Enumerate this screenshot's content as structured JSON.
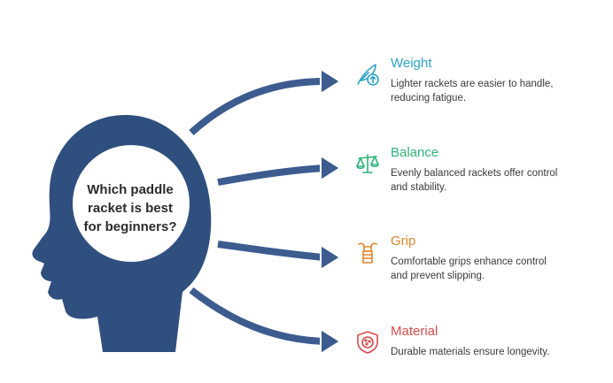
{
  "question": {
    "lines": [
      "Which paddle",
      "racket is best",
      "for beginners?"
    ]
  },
  "colors": {
    "head": "#2f4f7f",
    "circle_fill": "#ffffff",
    "arrow": "#3c5c8f",
    "arrow_outline": "#ffffff"
  },
  "items": [
    {
      "title": "Weight",
      "lines": [
        "Lighter rackets are easier to handle,",
        "reducing fatigue."
      ],
      "color": "#2aa3c9",
      "icon": "feather-up-icon"
    },
    {
      "title": "Balance",
      "lines": [
        "Evenly balanced rackets offer control",
        "and stability."
      ],
      "color": "#2fb37a",
      "icon": "scale-icon"
    },
    {
      "title": "Grip",
      "lines": [
        "Comfortable grips enhance control",
        "and prevent slipping."
      ],
      "color": "#e3872c",
      "icon": "grip-hand-icon"
    },
    {
      "title": "Material",
      "lines": [
        "Durable materials ensure longevity."
      ],
      "color": "#d94b4b",
      "icon": "material-shield-icon"
    }
  ]
}
